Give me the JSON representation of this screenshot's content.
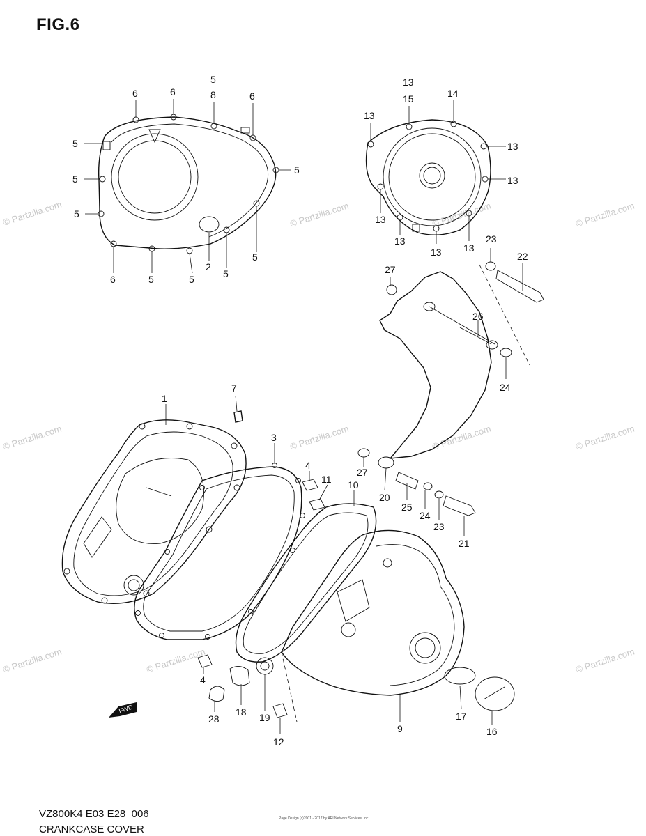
{
  "figure_title": "FIG.6",
  "model_code": "VZ800K4 E03 E28_006",
  "diagram_title": "CRANKCASE COVER",
  "fine_print": "Page Design (c)2001 - 2017 by ARI Network Services, Inc.",
  "watermark": "© Partzilla.com",
  "fwd_label": "FWD",
  "callouts": {
    "c1": "6",
    "c2": "6",
    "c3": "5",
    "c4": "8",
    "c5": "6",
    "c6": "5",
    "c7": "5",
    "c8": "5",
    "c9": "5",
    "c10": "6",
    "c11": "5",
    "c12": "5",
    "c13": "2",
    "c14": "5",
    "c15": "5",
    "c16": "13",
    "c17": "15",
    "c18": "14",
    "c19": "13",
    "c20": "13",
    "c21": "13",
    "c22": "13",
    "c23": "13",
    "c24": "13",
    "c25": "13",
    "c26": "23",
    "c27": "22",
    "c28": "27",
    "c29": "26",
    "c30": "24",
    "c31": "7",
    "c32": "1",
    "c33": "3",
    "c34": "4",
    "c35": "11",
    "c36": "10",
    "c37": "27",
    "c38": "20",
    "c39": "25",
    "c40": "24",
    "c41": "23",
    "c42": "21",
    "c43": "4",
    "c44": "28",
    "c45": "18",
    "c46": "19",
    "c47": "12",
    "c48": "9",
    "c49": "17",
    "c50": "16"
  }
}
